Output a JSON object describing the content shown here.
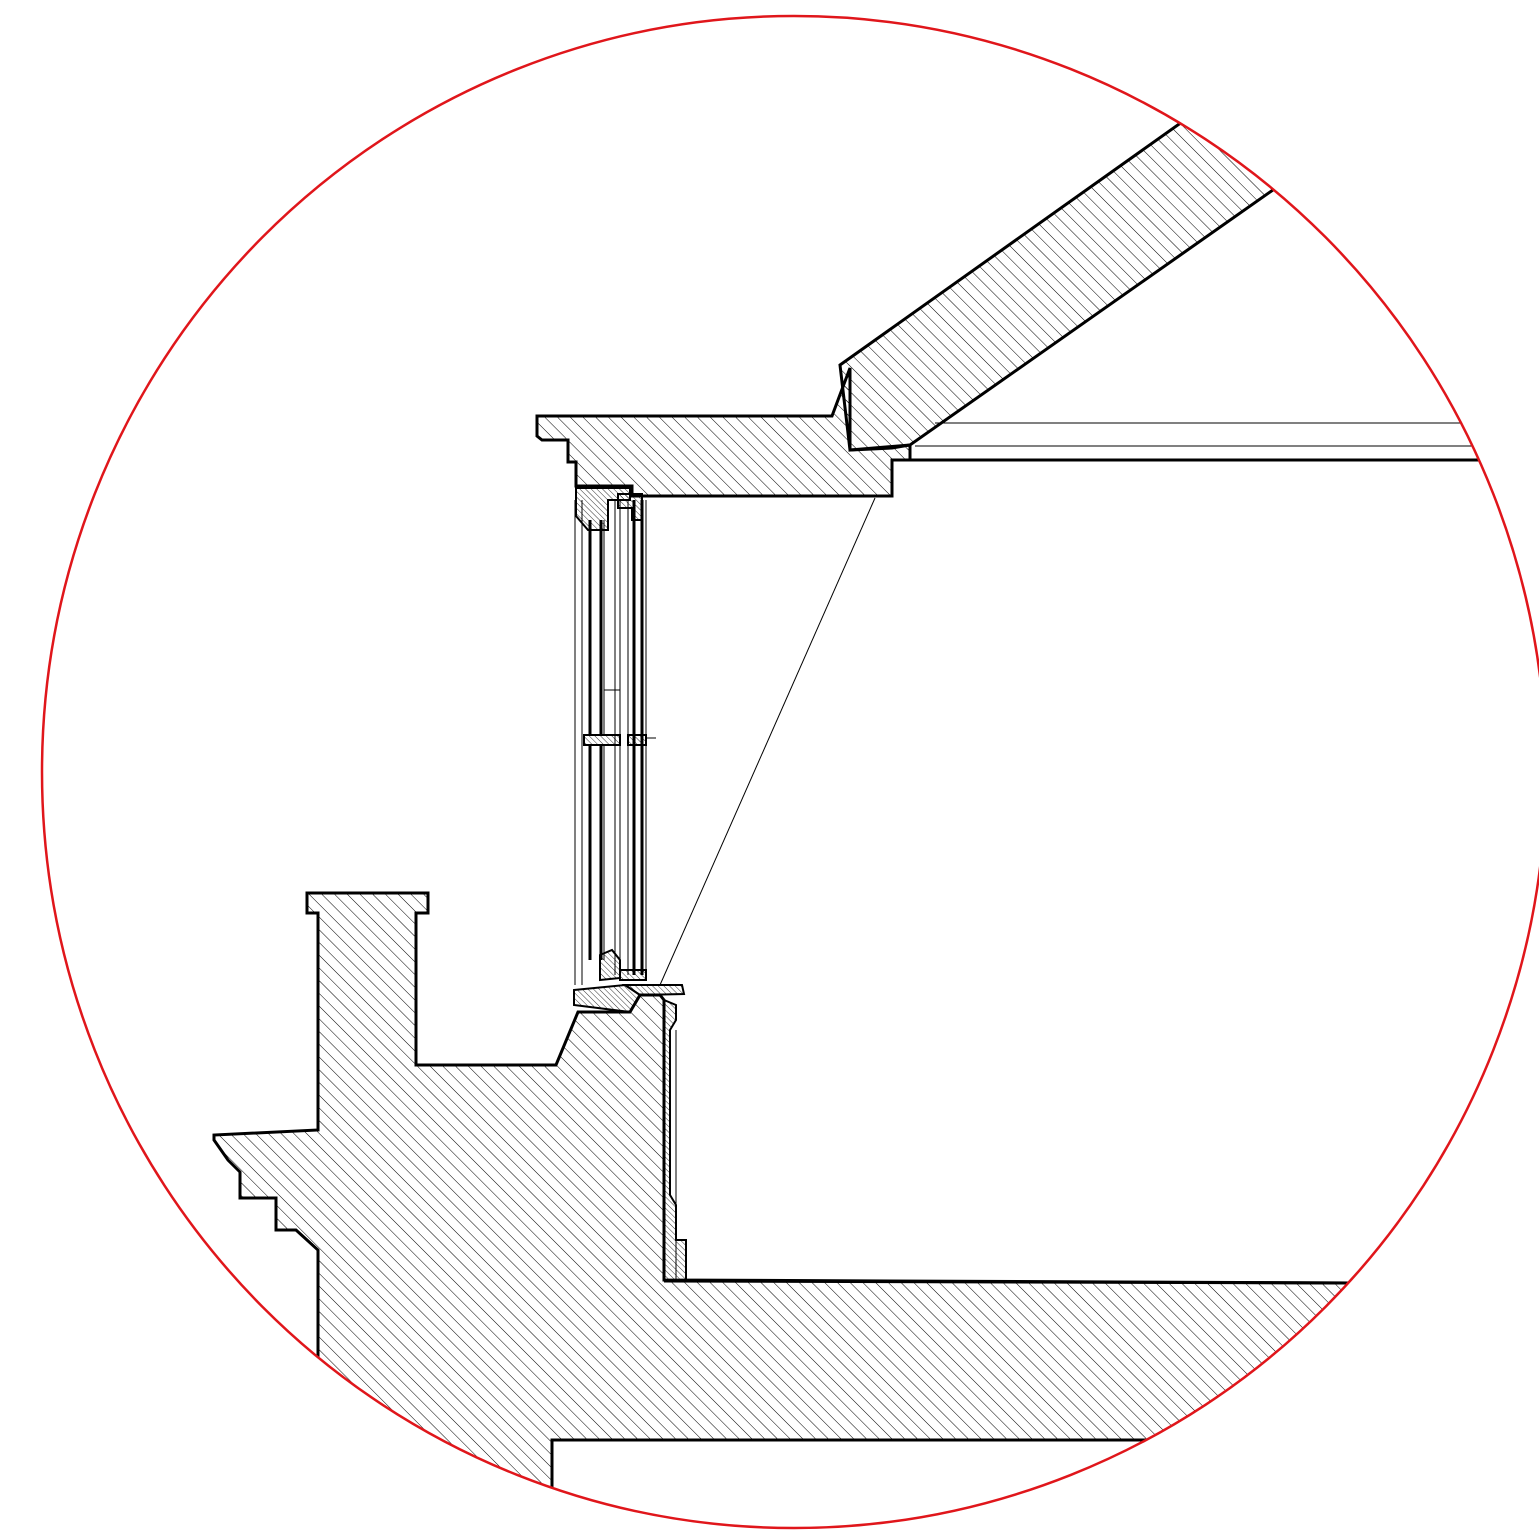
{
  "drawing": {
    "kind": "architectural-section-detail",
    "colors": {
      "outline": "#000000",
      "detail_circle": "#e0161b",
      "background": "#ffffff",
      "hatch": "#000000"
    },
    "elements": [
      "detail-circle",
      "roof-rafter",
      "window-head-beam",
      "ceiling-lines",
      "window-assembly",
      "sight-line",
      "sill-wall",
      "floor-slab",
      "lower-void"
    ]
  }
}
